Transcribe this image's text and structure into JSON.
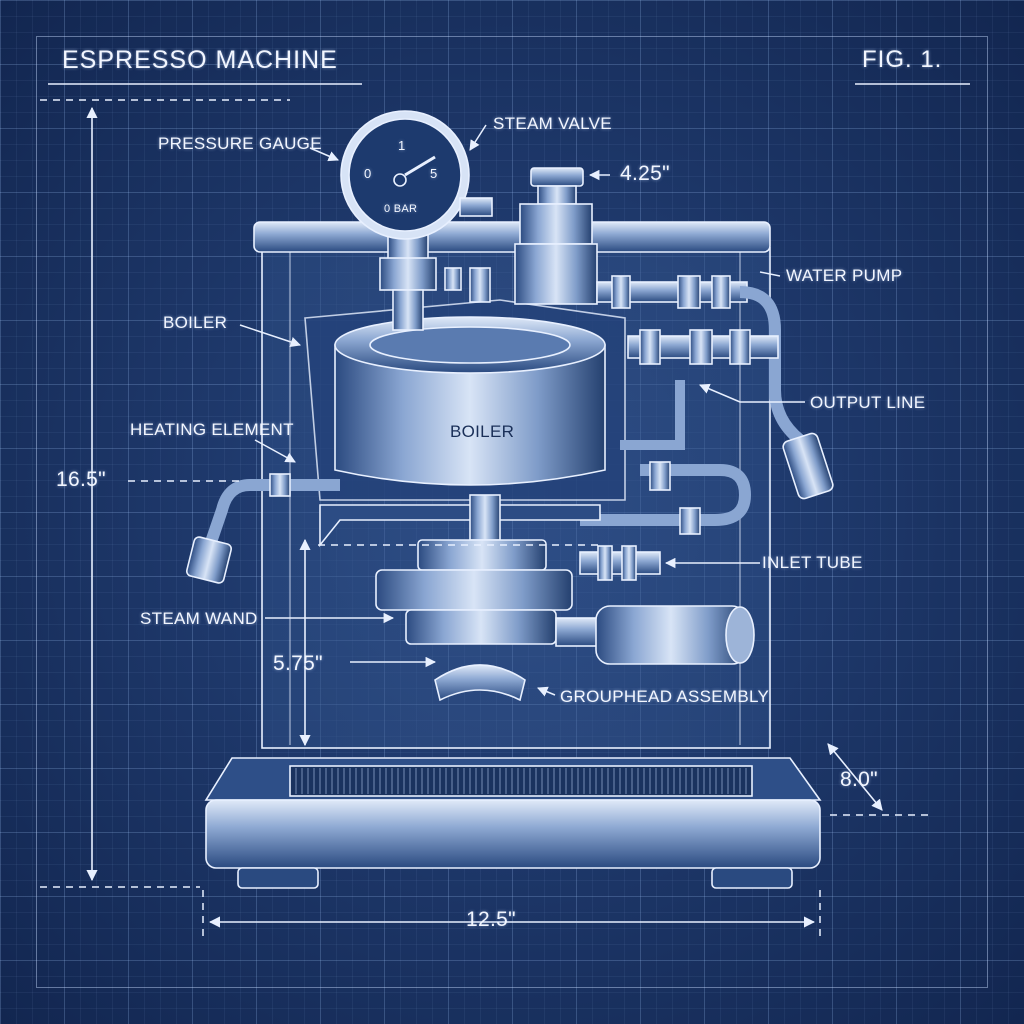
{
  "title": "ESPRESSO MACHINE",
  "figure": "FIG. 1.",
  "gauge": {
    "scale_min": "0",
    "scale_mid": "1",
    "scale_max": "5",
    "unit": "0 BAR"
  },
  "labels": {
    "pressure_gauge": "PRESSURE GAUGE",
    "steam_valve": "STEAM VALVE",
    "water_pump": "WATER PUMP",
    "boiler_left": "BOILER",
    "boiler_body": "BOILER",
    "output_line": "OUTPUT LINE",
    "heating_element": "HEATING ELEMENT",
    "inlet_tube": "INLET TUBE",
    "steam_wand": "STEAM WAND",
    "grouphead_assembly": "GROUPHEAD ASSEMBLY"
  },
  "dimensions": {
    "valve_width": "4.25\"",
    "total_height": "16.5\"",
    "cup_clearance": "5.75\"",
    "depth": "8.0\"",
    "total_width": "12.5\""
  },
  "colors": {
    "background": "#1c3668",
    "line": "#e8f0ff",
    "metal_light": "#9db4d8",
    "metal_dark": "#2a4a80"
  }
}
